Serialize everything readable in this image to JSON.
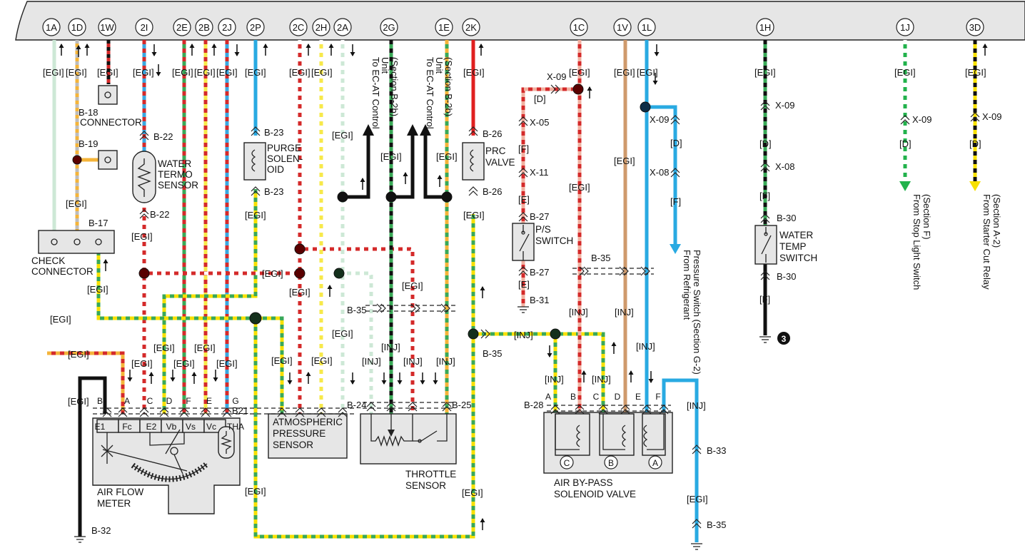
{
  "bus": {
    "circuits": [
      {
        "id": "1A",
        "dir": "up",
        "colors": [
          "#cde8d6"
        ],
        "pattern": "solid"
      },
      {
        "id": "1D",
        "dir": "up",
        "colors": [
          "#f4b43a",
          "#bdbdbd"
        ],
        "pattern": "stripe"
      },
      {
        "id": "1W",
        "dir": "",
        "colors": [
          "#d42a2a",
          "#111111"
        ],
        "pattern": "stripe"
      },
      {
        "id": "2I",
        "dir": "down",
        "colors": [
          "#d42a2a",
          "#3aa7e0"
        ],
        "pattern": "stripe"
      },
      {
        "id": "2E",
        "dir": "up",
        "colors": [
          "#d42a2a",
          "#3aa857"
        ],
        "pattern": "stripe"
      },
      {
        "id": "2B",
        "dir": "up",
        "colors": [
          "#d42a2a",
          "#f7e94a"
        ],
        "pattern": "stripe"
      },
      {
        "id": "2J",
        "dir": "down",
        "colors": [
          "#d42a2a",
          "#3aa7e0"
        ],
        "pattern": "stripe"
      },
      {
        "id": "2P",
        "dir": "up",
        "colors": [
          "#29aae2"
        ],
        "pattern": "solid"
      },
      {
        "id": "2C",
        "dir": "up",
        "colors": [
          "#d42a2a",
          "#ffffff"
        ],
        "pattern": "stripe"
      },
      {
        "id": "2H",
        "dir": "up",
        "colors": [
          "#f7e94a",
          "#ffffff"
        ],
        "pattern": "stripe"
      },
      {
        "id": "2A",
        "dir": "down",
        "colors": [
          "#cde8d6",
          "#ffffff"
        ],
        "pattern": "stripe"
      },
      {
        "id": "2G",
        "dir": "",
        "colors": [
          "#111111",
          "#3aa857"
        ],
        "pattern": "stripe"
      },
      {
        "id": "1E",
        "dir": "",
        "colors": [
          "#3aa857",
          "#f4b43a"
        ],
        "pattern": "stripe"
      },
      {
        "id": "2K",
        "dir": "up",
        "colors": [
          "#e02020"
        ],
        "pattern": "solid"
      },
      {
        "id": "1C",
        "dir": "",
        "colors": [
          "#d42a2a",
          "#f1b0a0"
        ],
        "pattern": "stripe"
      },
      {
        "id": "1V",
        "dir": "",
        "colors": [
          "#cf9a6c"
        ],
        "pattern": "solid"
      },
      {
        "id": "1L",
        "dir": "down",
        "colors": [
          "#29aae2"
        ],
        "pattern": "solid"
      },
      {
        "id": "1H",
        "dir": "",
        "colors": [
          "#111111",
          "#3aa857"
        ],
        "pattern": "stripe"
      },
      {
        "id": "1J",
        "dir": "",
        "colors": [
          "#22b24c",
          "#ffffff"
        ],
        "pattern": "stripe"
      },
      {
        "id": "3D",
        "dir": "up",
        "colors": [
          "#f7e000",
          "#111111"
        ],
        "pattern": "stripe"
      }
    ]
  },
  "labels": {
    "egi": "[EGI]",
    "inj": "[INJ]",
    "d": "[D]",
    "f": "[F]",
    "e": "[E]"
  },
  "connectors": {
    "b17": "B-17",
    "b18": "B-18",
    "b19": "B-19",
    "b21": "B21",
    "b22": "B-22",
    "b23": "B-23",
    "b24": "B-24",
    "b25": "B-25",
    "b26": "B-26",
    "b27": "B-27",
    "b28": "B-28",
    "b30": "B-30",
    "b31": "B-31",
    "b32": "B-32",
    "b33": "B-33",
    "b35": "B-35",
    "x05": "X-05",
    "x08": "X-08",
    "x09": "X-09",
    "x11": "X-11"
  },
  "components": {
    "b18_caption": "CONNECTOR",
    "check_connector": "CHECK\nCONNECTOR",
    "water_termo": "WATER\nTERMO\nSENSOR",
    "purge": "PURGE\nSOLEN-\nOID",
    "prc": "PRC\nVALVE",
    "ps_switch": "P/S\nSWITCH",
    "water_temp_switch": "WATER\nTEMP\nSWITCH",
    "air_flow_meter": "AIR FLOW\nMETER",
    "atmospheric": "ATMOSPHERIC\nPRESSURE\nSENSOR",
    "throttle": "THROTTLE\nSENSOR",
    "air_bypass": "AIR BY-PASS\nSOLENOID VALVE"
  },
  "pins": {
    "afm_letters": [
      "B",
      "A",
      "C",
      "D",
      "F",
      "E",
      "G"
    ],
    "afm_terms": [
      "E1",
      "Fc",
      "E2",
      "Vb",
      "Vs",
      "Vc",
      "THA"
    ],
    "abp_letters": [
      "A",
      "B",
      "C",
      "D",
      "E",
      "F"
    ],
    "abp_coils": [
      "C",
      "B",
      "A"
    ]
  },
  "notes": {
    "ecat1": "To EC-AT Control\nUnit\n(Section B-2b)",
    "ecat2": "To EC-AT Control\nUnit\n(Section B-2b)",
    "refrigerant": "From Refrigerant\nPressure Switch (Section G-2)",
    "stoplight": "From Stop Light Switch\n(Section F)",
    "startercut": "From Starter Cut Relay\n(Section A-2)",
    "ground3": "3"
  }
}
